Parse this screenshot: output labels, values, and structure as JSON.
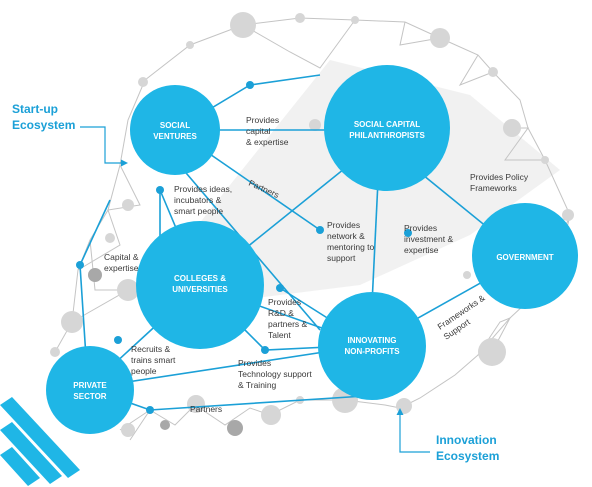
{
  "nodes": {
    "social_ventures": [
      "SOCIAL",
      "VENTURES"
    ],
    "philanthropists": [
      "SOCIAL CAPITAL",
      "PHILANTHROPISTS"
    ],
    "colleges": [
      "COLLEGES &",
      "UNIVERSITIES"
    ],
    "government": [
      "GOVERNMENT"
    ],
    "non_profits": [
      "INNOVATING",
      "NON-PROFITS"
    ],
    "private_sector": [
      "PRIVATE",
      "SECTOR"
    ]
  },
  "relations": {
    "provides_capital": [
      "Provides",
      "capital",
      "& expertise"
    ],
    "partners_top": [
      "Partners"
    ],
    "provides_ideas": [
      "Provides ideas,",
      "incubators &",
      "smart people"
    ],
    "provides_network": [
      "Provides",
      "network &",
      "mentoring to",
      "support"
    ],
    "provides_investment": [
      "Provides",
      "investment &",
      "expertise"
    ],
    "provides_policy": [
      "Provides Policy",
      "Frameworks"
    ],
    "capital_expertise": [
      "Capital &",
      "expertise"
    ],
    "provides_rd": [
      "Provides",
      "R&D &",
      "partners &",
      "Talent"
    ],
    "frameworks_support": [
      "Frameworks &",
      "Support"
    ],
    "recruits": [
      "Recruits &",
      "trains smart",
      "people"
    ],
    "provides_technology": [
      "Provides",
      "Technology  support",
      "& Training"
    ],
    "partners_bottom": [
      "Partners"
    ]
  },
  "ecosystems": {
    "startup": [
      "Start-up",
      "Ecosystem"
    ],
    "innovation": [
      "Innovation",
      "Ecosystem"
    ]
  },
  "colors": {
    "node_fill": "#1fb6e6",
    "connector": "#1ba0d7",
    "dot_light": "#d6d6d6",
    "dot_dark": "#a8a8a8",
    "mesh": "#c4c4c4",
    "bulb_base": "#1fb6e6"
  }
}
